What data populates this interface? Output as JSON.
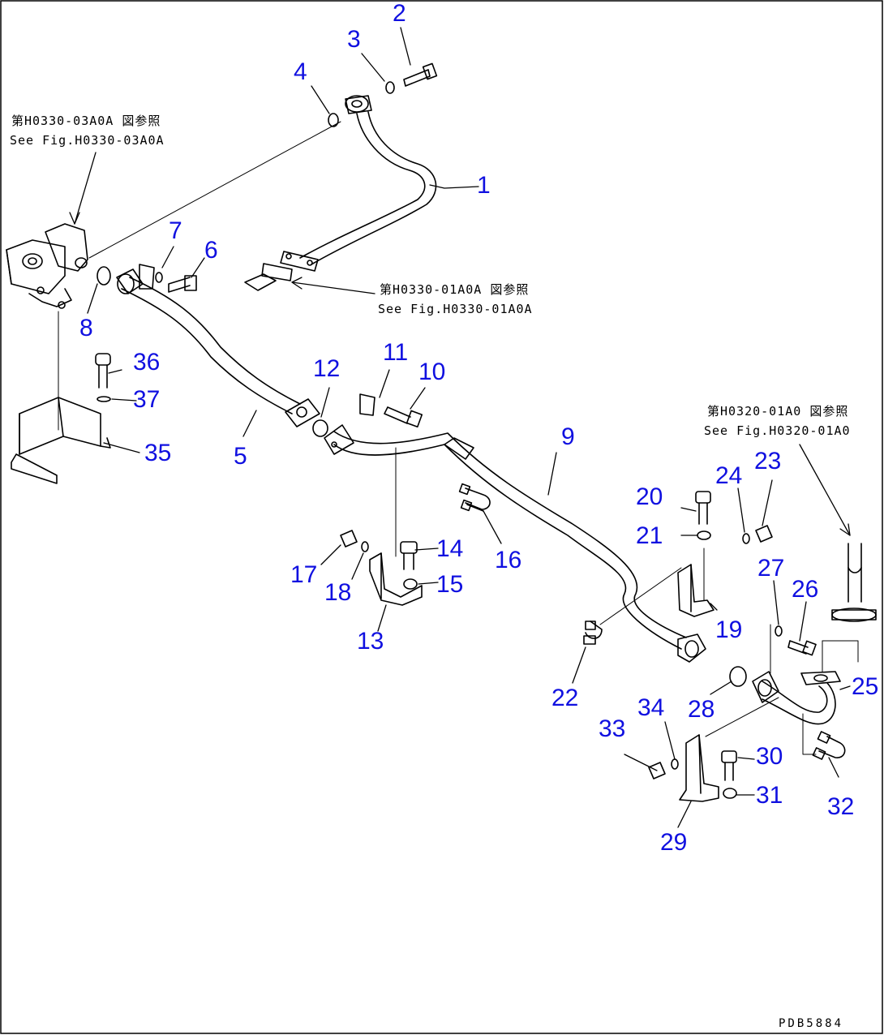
{
  "labels": {
    "n1": "1",
    "n2": "2",
    "n3": "3",
    "n4": "4",
    "n5": "5",
    "n6": "6",
    "n7": "7",
    "n8": "8",
    "n9": "9",
    "n10": "10",
    "n11": "11",
    "n12": "12",
    "n13": "13",
    "n14": "14",
    "n15": "15",
    "n16": "16",
    "n17": "17",
    "n18": "18",
    "n19": "19",
    "n20": "20",
    "n21": "21",
    "n22": "22",
    "n23": "23",
    "n24": "24",
    "n25": "25",
    "n26": "26",
    "n27": "27",
    "n28": "28",
    "n29": "29",
    "n30": "30",
    "n31": "31",
    "n32": "32",
    "n33": "33",
    "n34": "34",
    "n35": "35",
    "n36": "36",
    "n37": "37"
  },
  "refs": {
    "ref1_jp": "第H0330-03A0A 図参照",
    "ref1_en": "See Fig.H0330-03A0A",
    "ref2_jp": "第H0330-01A0A 図参照",
    "ref2_en": "See Fig.H0330-01A0A",
    "ref3_jp": "第H0320-01A0 図参照",
    "ref3_en": "See Fig.H0320-01A0"
  },
  "footer": {
    "code": "PDB5884"
  },
  "colors": {
    "label": "#1010e0",
    "line": "#000000"
  }
}
